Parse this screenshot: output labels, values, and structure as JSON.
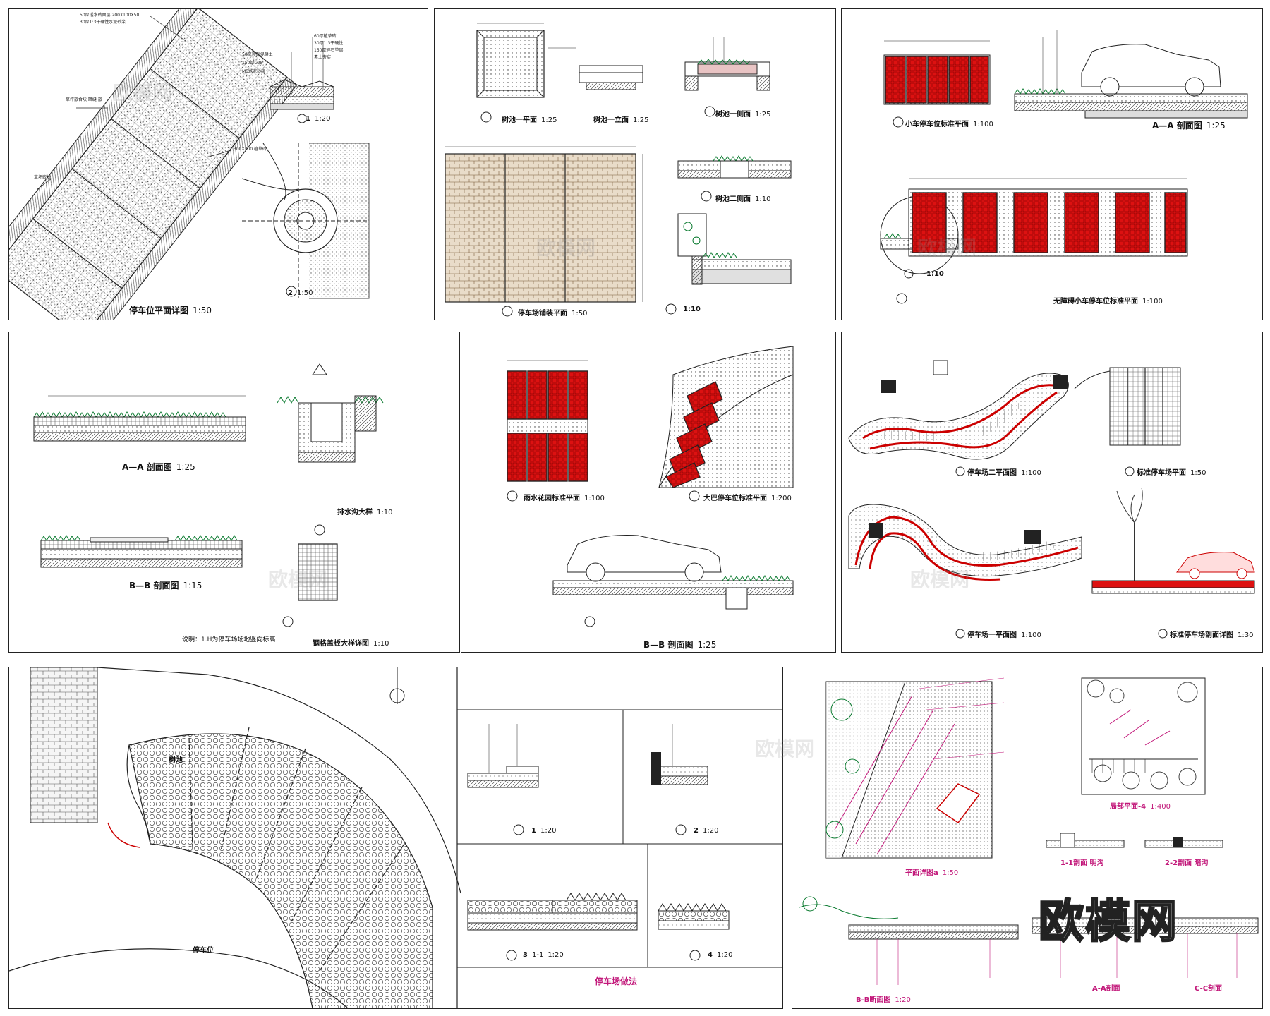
{
  "watermark": {
    "brand": "欧模网"
  },
  "sheets": {
    "s1": {
      "title": "停车位平面详图",
      "title_scale": "1:50",
      "detail1": "1",
      "detail1_scale": "1:20",
      "detail2": "2",
      "detail2_scale": "1:50"
    },
    "s2": {
      "tree1": "树池一平面",
      "tree1_scale": "1:25",
      "tree_elev": "树池一立面",
      "tree_elev_scale": "1:25",
      "detailA": "树池一侧面",
      "detailA_scale": "1:25",
      "detailB": "树池二侧面",
      "detailB_scale": "1:10",
      "plan2": "停车场铺装平面",
      "plan2_scale": "1:50",
      "detailC_scale": "1:10"
    },
    "s3": {
      "plan_small": "小车停车位标准平面",
      "plan_small_scale": "1:100",
      "sectionAA": "A—A 剖面图",
      "sectionAA_scale": "1:25",
      "detail_scale": "1:10",
      "plan_access": "无障碍小车停车位标准平面",
      "plan_access_scale": "1:100"
    },
    "s4": {
      "sectionAA": "A—A 剖面图",
      "sectionAA_scale": "1:25",
      "sectionBB": "B—B 剖面图",
      "sectionBB_scale": "1:15",
      "ditch": "排水沟大样",
      "ditch_scale": "1:10",
      "grate": "钢格盖板大样详图",
      "grate_scale": "1:10",
      "note": "说明：1.H为停车场场地竖向标高"
    },
    "s5": {
      "plan_rain": "雨水花园标准平面",
      "plan_rain_scale": "1:100",
      "plan_large": "大巴停车位标准平面",
      "plan_large_scale": "1:200",
      "sectionBB": "B—B 剖面图",
      "sectionBB_scale": "1:25"
    },
    "s6": {
      "level2": "停车场二平面图",
      "level2_scale": "1:100",
      "std_plan": "标准停车场平面",
      "std_plan_scale": "1:50",
      "level1": "停车场一平面图",
      "level1_scale": "1:100",
      "std_section": "标准停车场剖面详图",
      "std_section_scale": "1:30"
    },
    "s7": {
      "label_paving": "树池",
      "label_parking": "停车位"
    },
    "s8": {
      "d1": "1",
      "d1_scale": "1:20",
      "d2": "2",
      "d2_scale": "1:20",
      "d3": "3",
      "d3_label": "1-1",
      "d3_scale": "1:20",
      "d4": "4",
      "d4_scale": "1:20",
      "title": "停车场做法"
    },
    "s9": {
      "plan": "平面详图a",
      "plan_scale": "1:50",
      "local": "局部平面-4",
      "local_scale": "1:400",
      "sec11": "1-1剖面 明沟",
      "sec22": "2-2剖面 暗沟",
      "secBB": "B-B断面图",
      "secBB_scale": "1:20",
      "secAA": "A-A剖面",
      "secCC": "C-C剖面"
    }
  }
}
